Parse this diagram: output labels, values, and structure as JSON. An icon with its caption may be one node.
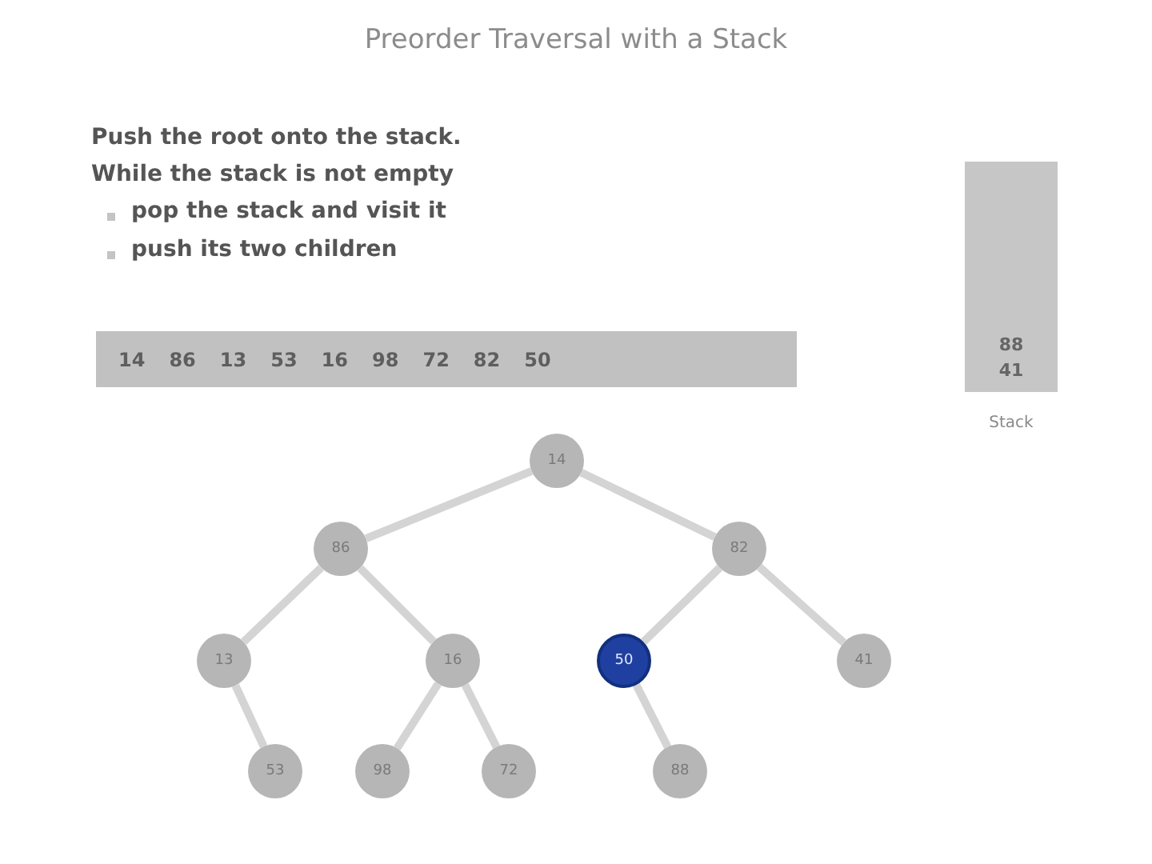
{
  "diagram": {
    "title": "Preorder Traversal with a Stack",
    "nodes": [
      {
        "text": [
          "14",
          "86",
          "13",
          "53",
          "16",
          "98",
          "72",
          "82",
          "50"
        ]
      },
      {
        "text": [
          "88",
          "41"
        ],
        "beside": [
          "Stack"
        ]
      },
      {
        "text": [
          "14"
        ]
      },
      {
        "text": [
          "86"
        ]
      },
      {
        "text": [
          "82"
        ]
      },
      {
        "text": [
          "13"
        ]
      },
      {
        "text": [
          "16"
        ]
      },
      {
        "text": [
          "50"
        ]
      },
      {
        "text": [
          "41"
        ]
      },
      {
        "text": [
          "53"
        ]
      },
      {
        "text": [
          "98"
        ]
      },
      {
        "text": [
          "72"
        ]
      },
      {
        "text": [
          "88"
        ]
      }
    ],
    "edges": [
      {
        "from": 2,
        "to": 3,
        "arrow": "none"
      },
      {
        "from": 2,
        "to": 4,
        "arrow": "none"
      },
      {
        "from": 3,
        "to": 5,
        "arrow": "none"
      },
      {
        "from": 3,
        "to": 6,
        "arrow": "none"
      },
      {
        "from": 4,
        "to": 7,
        "arrow": "none"
      },
      {
        "from": 4,
        "to": 8,
        "arrow": "none"
      },
      {
        "from": 5,
        "to": 9,
        "arrow": "none"
      },
      {
        "from": 6,
        "to": 10,
        "arrow": "none"
      },
      {
        "from": 6,
        "to": 11,
        "arrow": "none"
      },
      {
        "from": 7,
        "to": 12,
        "arrow": "none"
      }
    ],
    "labels": [
      "Push the root onto the stack.",
      "While the stack is not empty",
      "pop the stack and visit it",
      "push its two children"
    ]
  }
}
